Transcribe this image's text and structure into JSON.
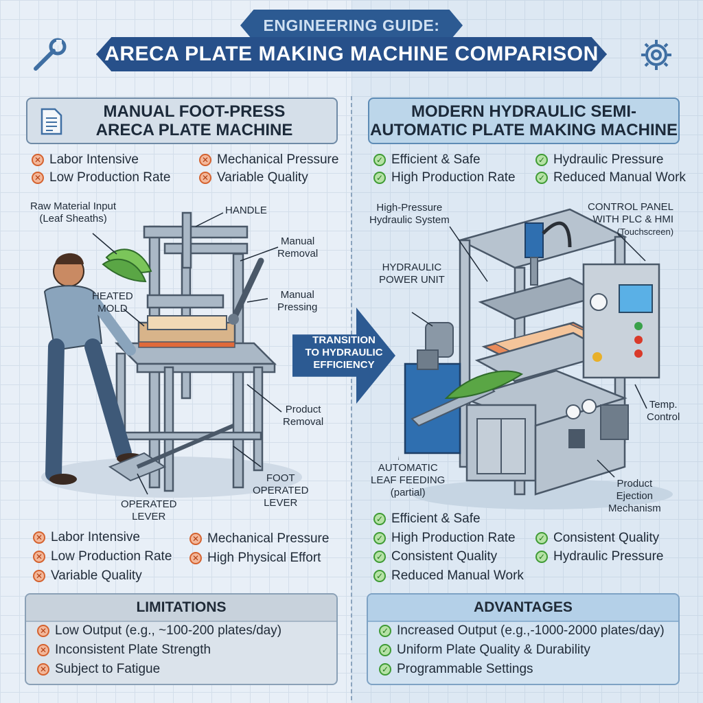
{
  "header": {
    "title_line1": "ENGINEERING GUIDE:",
    "title_line2": "ARECA PLATE MAKING MACHINE COMPARISON"
  },
  "icons": {
    "left_header": "wrench-icon",
    "right_header": "gear-icon",
    "doc": "document-icon"
  },
  "colors": {
    "banner": "#27508a",
    "cross": "#d4622f",
    "check": "#3f9b35"
  },
  "manual": {
    "title_line1": "MANUAL FOOT-PRESS",
    "title_line2": "ARECA PLATE MACHINE",
    "top_items": [
      "Labor Intensive",
      "Mechanical Pressure",
      "Low Production Rate",
      "Variable Quality"
    ],
    "labels": {
      "raw_material_1": "Raw Material Input",
      "raw_material_2": "(Leaf Sheaths)",
      "handle": "HANDLE",
      "manual_removal_1": "Manual",
      "manual_removal_2": "Removal",
      "heated_mold_1": "HEATED",
      "heated_mold_2": "MOLD",
      "manual_pressing_1": "Manual",
      "manual_pressing_2": "Pressing",
      "product_removal_1": "Product",
      "product_removal_2": "Removal",
      "foot_lever_1": "FOOT",
      "foot_lever_2": "OPERATED",
      "foot_lever_3": "LEVER",
      "operated_lever_1": "OPERATED",
      "operated_lever_2": "LEVER"
    },
    "bottom_items": [
      "Labor Intensive",
      "Mechanical Pressure",
      "Low Production Rate",
      "High Physical Effort",
      "Variable Quality"
    ],
    "limitations": {
      "title": "LIMITATIONS",
      "items": [
        "Low Output (e.g., ~100-200 plates/day)",
        "Inconsistent Plate Strength",
        "Subject to Fatigue"
      ]
    }
  },
  "transition": {
    "line1": "TRANSITION",
    "line2": "TO HYDRAULIC",
    "line3": "EFFICIENCY"
  },
  "hydraulic": {
    "title_line1": "MODERN HYDRAULIC SEMI-",
    "title_line2": "AUTOMATIC PLATE MAKING MACHINE",
    "top_items": [
      "Efficient & Safe",
      "Hydraulic Pressure",
      "High Production Rate",
      "Reduced Manual Work"
    ],
    "labels": {
      "hp_system_1": "High-Pressure",
      "hp_system_2": "Hydraulic System",
      "control_panel_1": "CONTROL PANEL",
      "control_panel_2": "WITH PLC & HMI",
      "control_panel_3": "(Touchscreen)",
      "power_unit_1": "HYDRAULIC",
      "power_unit_2": "POWER UNIT",
      "temp_1": "Temp.",
      "temp_2": "Control",
      "leaf_feed_1": "AUTOMATIC",
      "leaf_feed_2": "LEAF FEEDING",
      "leaf_feed_3": "(partial)",
      "ejection_1": "Product",
      "ejection_2": "Ejection",
      "ejection_3": "Mechanism"
    },
    "bottom_items": [
      "Efficient & Safe",
      "High Production Rate",
      "Consistent Quality",
      "Consistent Quality",
      "Hydraulic Pressure",
      "Reduced Manual Work"
    ],
    "advantages": {
      "title": "ADVANTAGES",
      "items": [
        "Increased Output (e.g.,-1000-2000 plates/day)",
        "Uniform Plate Quality & Durability",
        "Programmable Settings"
      ]
    }
  }
}
